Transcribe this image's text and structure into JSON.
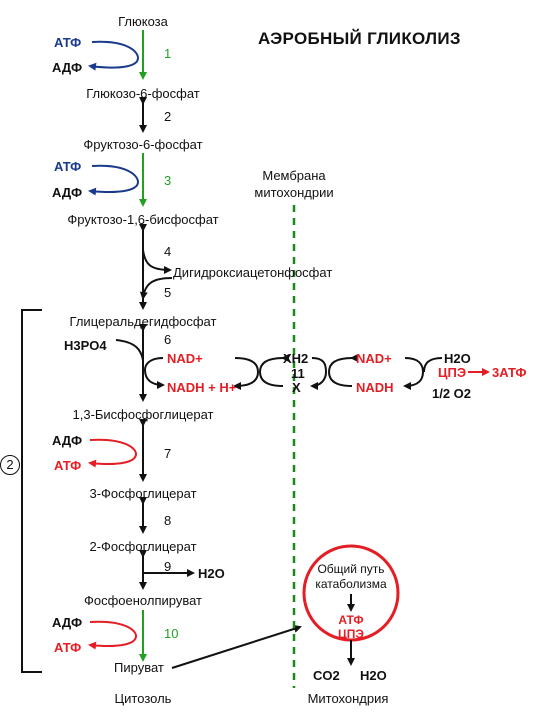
{
  "title": "АЭРОБНЫЙ ГЛИКОЛИЗ",
  "membrane_label": [
    "Мембрана",
    "митохондрии"
  ],
  "metabolites": {
    "glucose": "Глюкоза",
    "g6p": "Глюкозо-6-фосфат",
    "f6p": "Фруктозо-6-фосфат",
    "f16bp": "Фруктозо-1,6-бисфосфат",
    "dhap": "Дигидроксиацетонфосфат",
    "g3p": "Глицеральдегидфосфат",
    "bpg13": "1,3-Бисфосфоглицерат",
    "pg3": "3-Фосфоглицерат",
    "pg2": "2-Фосфоглицерат",
    "pep": "Фосфоенолпируват",
    "pyruvate": "Пируват"
  },
  "step_numbers": [
    "1",
    "2",
    "3",
    "4",
    "5",
    "6",
    "7",
    "8",
    "9",
    "10",
    "11"
  ],
  "cofactors": {
    "atp": "АТФ",
    "adp": "АДФ",
    "h3po4": "H3PO4",
    "nad": "NAD+",
    "nadh_h": "NADH + H+",
    "nadh": "NADH",
    "xh2": "XH2",
    "x": "X",
    "h2o": "H2O",
    "half_o2": "1/2 O2",
    "cpe": "ЦПЭ",
    "three_atp": "3АТФ",
    "co2": "CO2"
  },
  "circle_box": {
    "title": [
      "Общий путь",
      "катаболизма"
    ],
    "atp": "АТФ",
    "cpe": "ЦПЭ"
  },
  "bracket_label": "2",
  "compartments": {
    "cytosol": "Цитозоль",
    "mitochondria": "Митохондрия"
  },
  "colors": {
    "blue": "#1a3a8c",
    "red": "#e31e24",
    "green": "#22a022",
    "black": "#111111"
  }
}
